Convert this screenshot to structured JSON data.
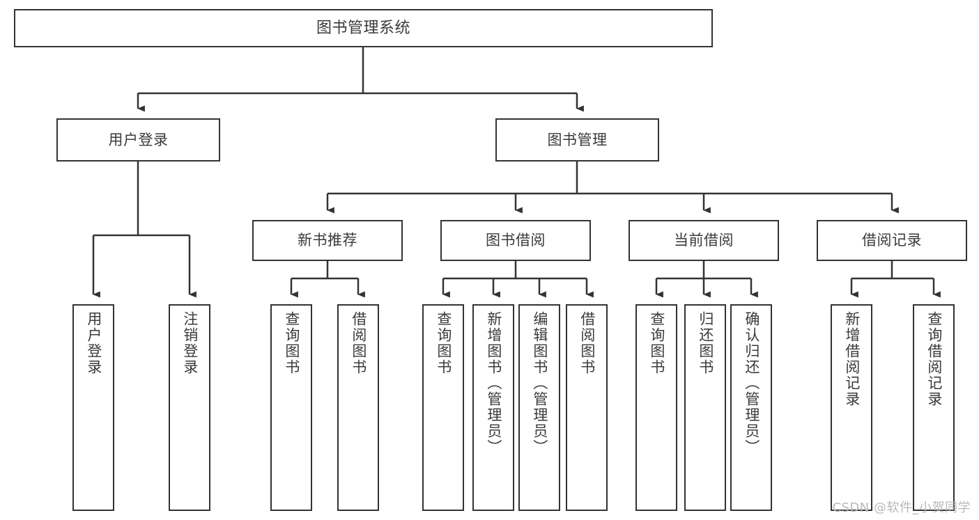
{
  "diagram": {
    "type": "tree",
    "title": "图书管理系统",
    "orientation": "top-down",
    "colors": {
      "box_border": "#333333",
      "box_fill": "#ffffff",
      "edge": "#333333",
      "text": "#3a3a3a",
      "watermark": "#b9b9b9",
      "background": "#ffffff"
    },
    "nodes": {
      "root": {
        "label": "图书管理系统"
      },
      "level2": [
        {
          "label": "用户登录"
        },
        {
          "label": "图书管理"
        }
      ],
      "level3": [
        {
          "label": "新书推荐"
        },
        {
          "label": "图书借阅"
        },
        {
          "label": "当前借阅"
        },
        {
          "label": "借阅记录"
        }
      ],
      "leaves": {
        "user_login": [
          {
            "label": "用户登录"
          },
          {
            "label": "注销登录"
          }
        ],
        "new_book": [
          {
            "label": "查询图书"
          },
          {
            "label": "借阅图书"
          }
        ],
        "book_borrow": [
          {
            "label": "查询图书"
          },
          {
            "label": "新增图书（管理员）"
          },
          {
            "label": "编辑图书（管理员）"
          },
          {
            "label": "借阅图书"
          }
        ],
        "current_borrow": [
          {
            "label": "查询图书"
          },
          {
            "label": "归还图书"
          },
          {
            "label": "确认归还（管理员）"
          }
        ],
        "borrow_record": [
          {
            "label": "新增借阅记录"
          },
          {
            "label": "查询借阅记录"
          }
        ]
      }
    }
  },
  "watermark": {
    "text": "CSDN @软件_小贺同学"
  }
}
